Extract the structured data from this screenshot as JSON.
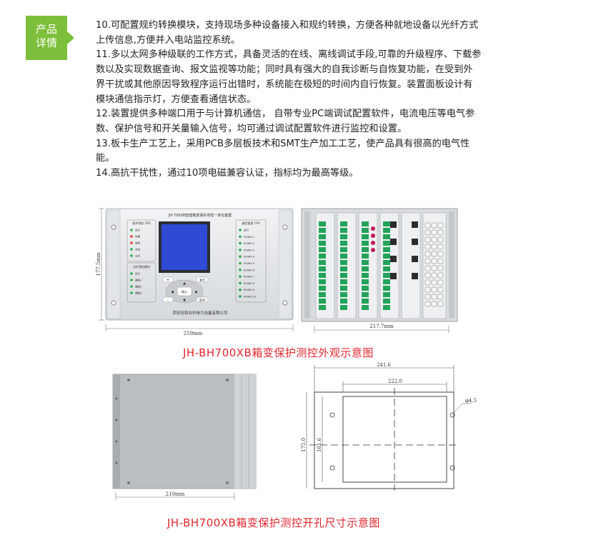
{
  "badge": {
    "line1": "产品",
    "line2": "详情"
  },
  "details": [
    "10.可配置规约转换模块，支持现场多种设备接入和规约转换，方便各种就地设备以光纤方式上传信息,方便并入电站监控系统。",
    "11.多以太网多种级联的工作方式，具备灵活的在线、离线调试手段,可靠的升级程序、下载参数以及实现数据查询、报文监视等功能；同时具有强大的自我诊断与自恢复功能，在受到外界干扰或其他原因导致程序运行出错时，系统能在极短的时间内自行恢复。装置面板设计有模块通信指示灯，方便查看通信状态。",
    "12.装置提供多种端口用于与计算机通信， 自带专业PC端调试配置软件，电流电压等电气参数、保护信号和开关量输入信号，均可通过调试配置软件进行监控和设置。",
    "13.板卡生产工艺上，采用PCB多层板技术和SMT生产加工工艺，使产品具有很高的电气性能。",
    "14.高抗干扰性，通过10项电磁兼容认证，指标均为最高等级。"
  ],
  "figure1": {
    "caption": "JH-BH700XB箱变保护测控外观示意图",
    "front_panel": {
      "title": "JH-700XB智能箱变保护测控一体化装置",
      "left_group_title": "保护测控 CPU",
      "left_leds": [
        "运行",
        "告警",
        "故障",
        "合位",
        "分位"
      ],
      "left_group2_title": "光纤通信模块",
      "left_leds2": [
        "运行",
        "通信1",
        "通信2",
        "通信3"
      ],
      "right_group_title": "通信管理 CPU",
      "right_leds": [
        "运行",
        "RS485.1",
        "RS485.2",
        "RS485.3",
        "RS485.4",
        "RS485.5",
        "RS485.6",
        "RS485.7",
        "RS485.8",
        "RS485.9",
        "RS485.10"
      ],
      "keys": {
        "plus": "+",
        "minus": "-",
        "up": "▲",
        "down": "▼",
        "left": "◀",
        "right": "▶",
        "center": "确认",
        "reset": "复归",
        "back": "取消"
      },
      "company": "西安佳和众科电力设备有限公司",
      "width_label": "259mm",
      "height_label": "177.5mm"
    },
    "rear_panel": {
      "width_label": "217.7mm"
    }
  },
  "figure2": {
    "caption": "JH-BH700XB箱变保护测控开孔尺寸示意图",
    "side_width_label": "210mm",
    "cutout": {
      "outer_width": "241.6",
      "inner_width": "222.0",
      "outer_height": "175.0",
      "inner_height": "161.6",
      "hole": "φ4.5"
    }
  },
  "colors": {
    "badge": "#7dbf3a",
    "caption": "#e0262f",
    "terminal": "#22a35a",
    "screen": "#2f4bd6"
  }
}
